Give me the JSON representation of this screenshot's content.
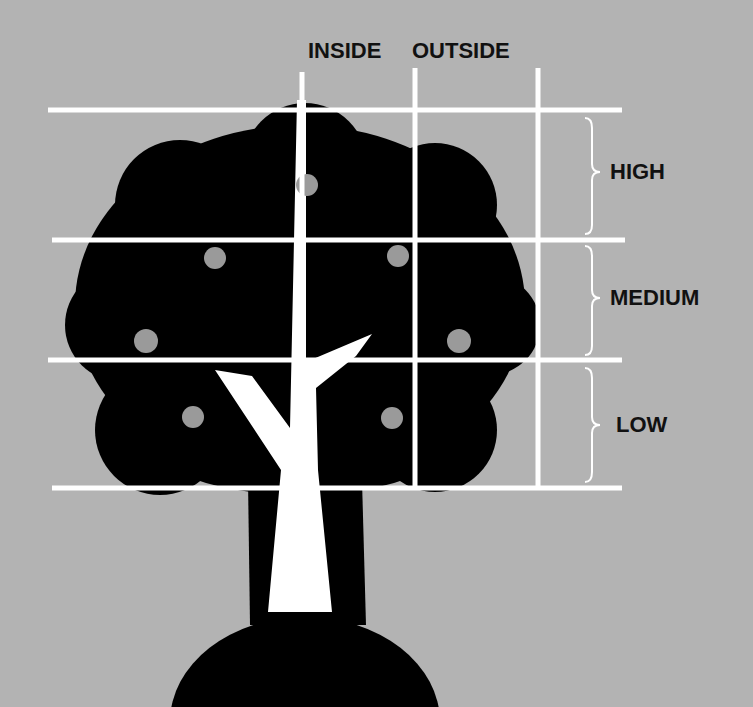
{
  "diagram": {
    "labels": [
      "INSIDE",
      "OUTSIDE",
      "HIGH",
      "MEDIUM",
      "LOW"
    ]
  }
}
